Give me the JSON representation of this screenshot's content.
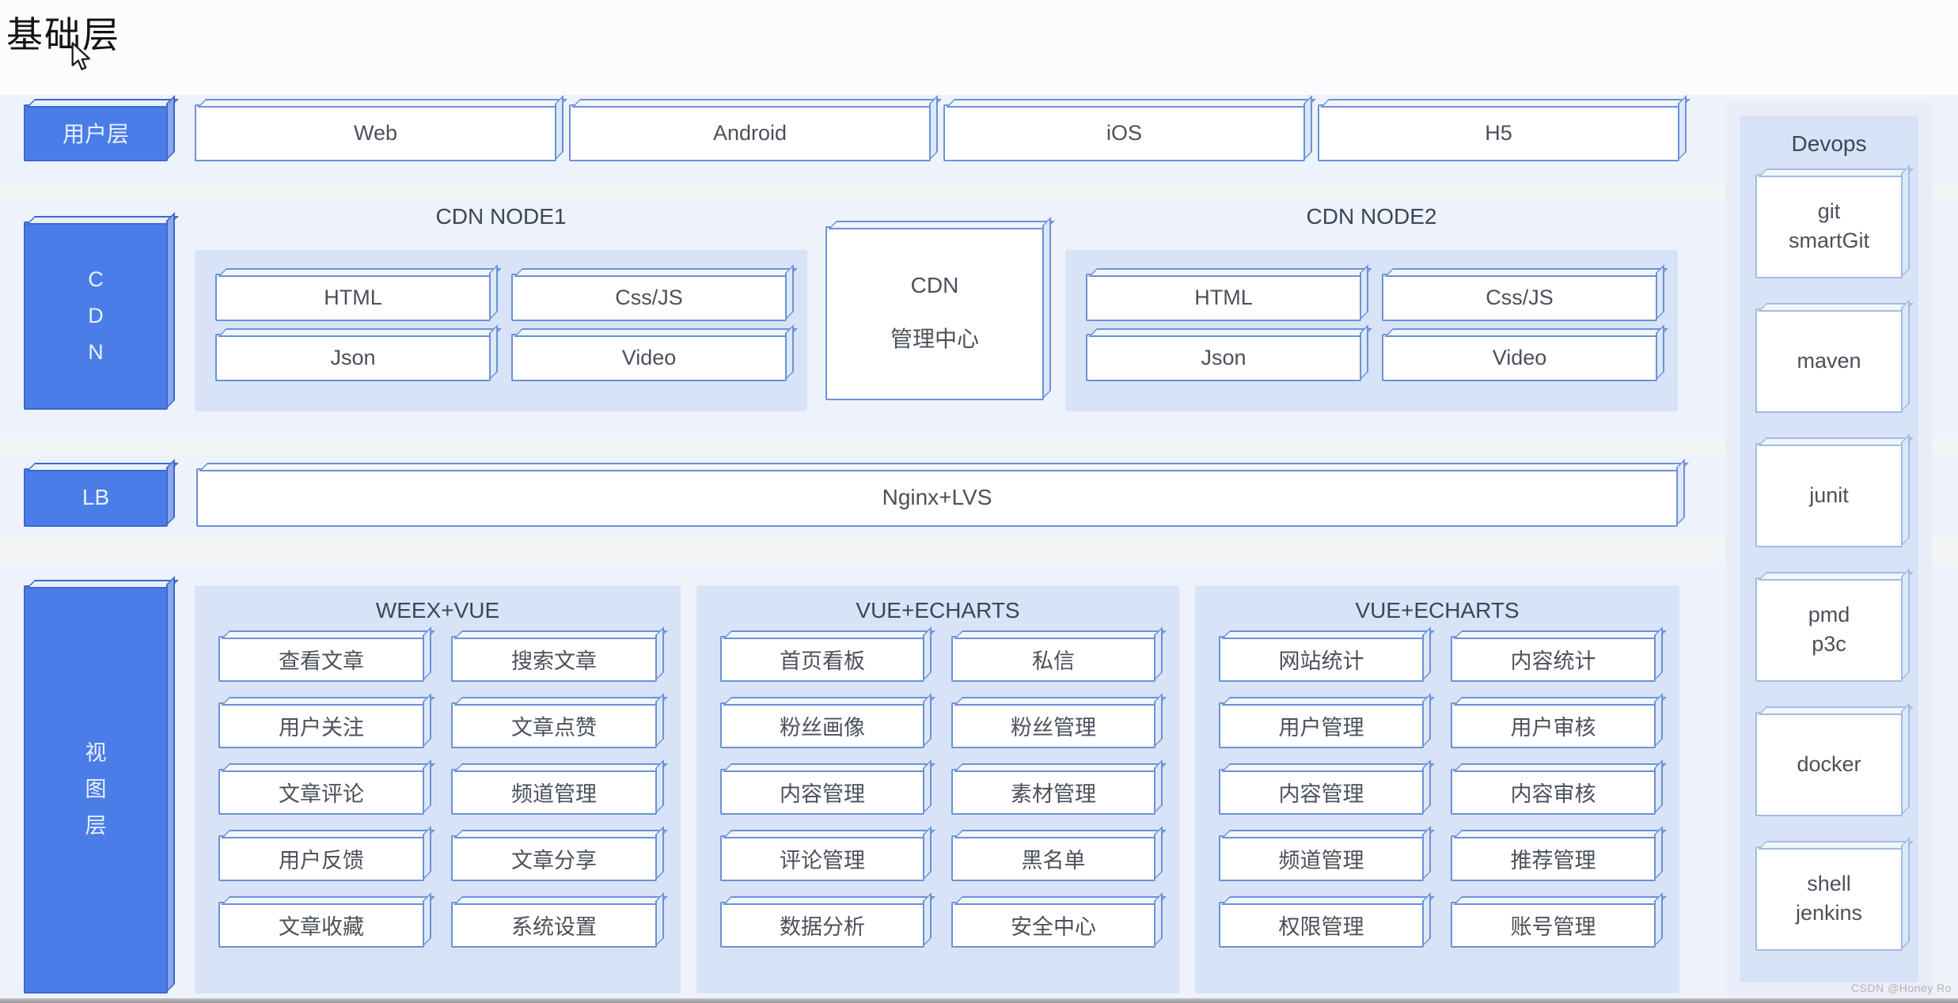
{
  "page": {
    "title": "基础层",
    "watermark": "CSDN @Honey Ro"
  },
  "colors": {
    "accent_blue": "#4a7de7",
    "box_border": "#6b92d6",
    "panel_blue": "#d8e3f7",
    "band_blue": "#eef2fb"
  },
  "user_layer": {
    "label": "用户层",
    "items": [
      "Web",
      "Android",
      "iOS",
      "H5"
    ]
  },
  "cdn_layer": {
    "label_vertical": "C\nD\nN",
    "node1": {
      "title": "CDN NODE1",
      "items": [
        "HTML",
        "Css/JS",
        "Json",
        "Video"
      ]
    },
    "center": {
      "line1": "CDN",
      "line2": "管理中心"
    },
    "node2": {
      "title": "CDN NODE2",
      "items": [
        "HTML",
        "Css/JS",
        "Json",
        "Video"
      ]
    }
  },
  "lb_layer": {
    "label": "LB",
    "item": "Nginx+LVS"
  },
  "view_layer": {
    "label_vertical": "视\n图\n层",
    "panels": [
      {
        "title": "WEEX+VUE",
        "items": [
          "查看文章",
          "搜索文章",
          "用户关注",
          "文章点赞",
          "文章评论",
          "频道管理",
          "用户反馈",
          "文章分享",
          "文章收藏",
          "系统设置"
        ]
      },
      {
        "title": "VUE+ECHARTS",
        "items": [
          "首页看板",
          "私信",
          "粉丝画像",
          "粉丝管理",
          "内容管理",
          "素材管理",
          "评论管理",
          "黑名单",
          "数据分析",
          "安全中心"
        ]
      },
      {
        "title": "VUE+ECHARTS",
        "items": [
          "网站统计",
          "内容统计",
          "用户管理",
          "用户审核",
          "内容管理",
          "内容审核",
          "频道管理",
          "推荐管理",
          "权限管理",
          "账号管理"
        ]
      }
    ]
  },
  "devops": {
    "title": "Devops",
    "items": [
      "git\nsmartGit",
      "maven",
      "junit",
      "pmd\np3c",
      "docker",
      "shell\njenkins"
    ]
  }
}
